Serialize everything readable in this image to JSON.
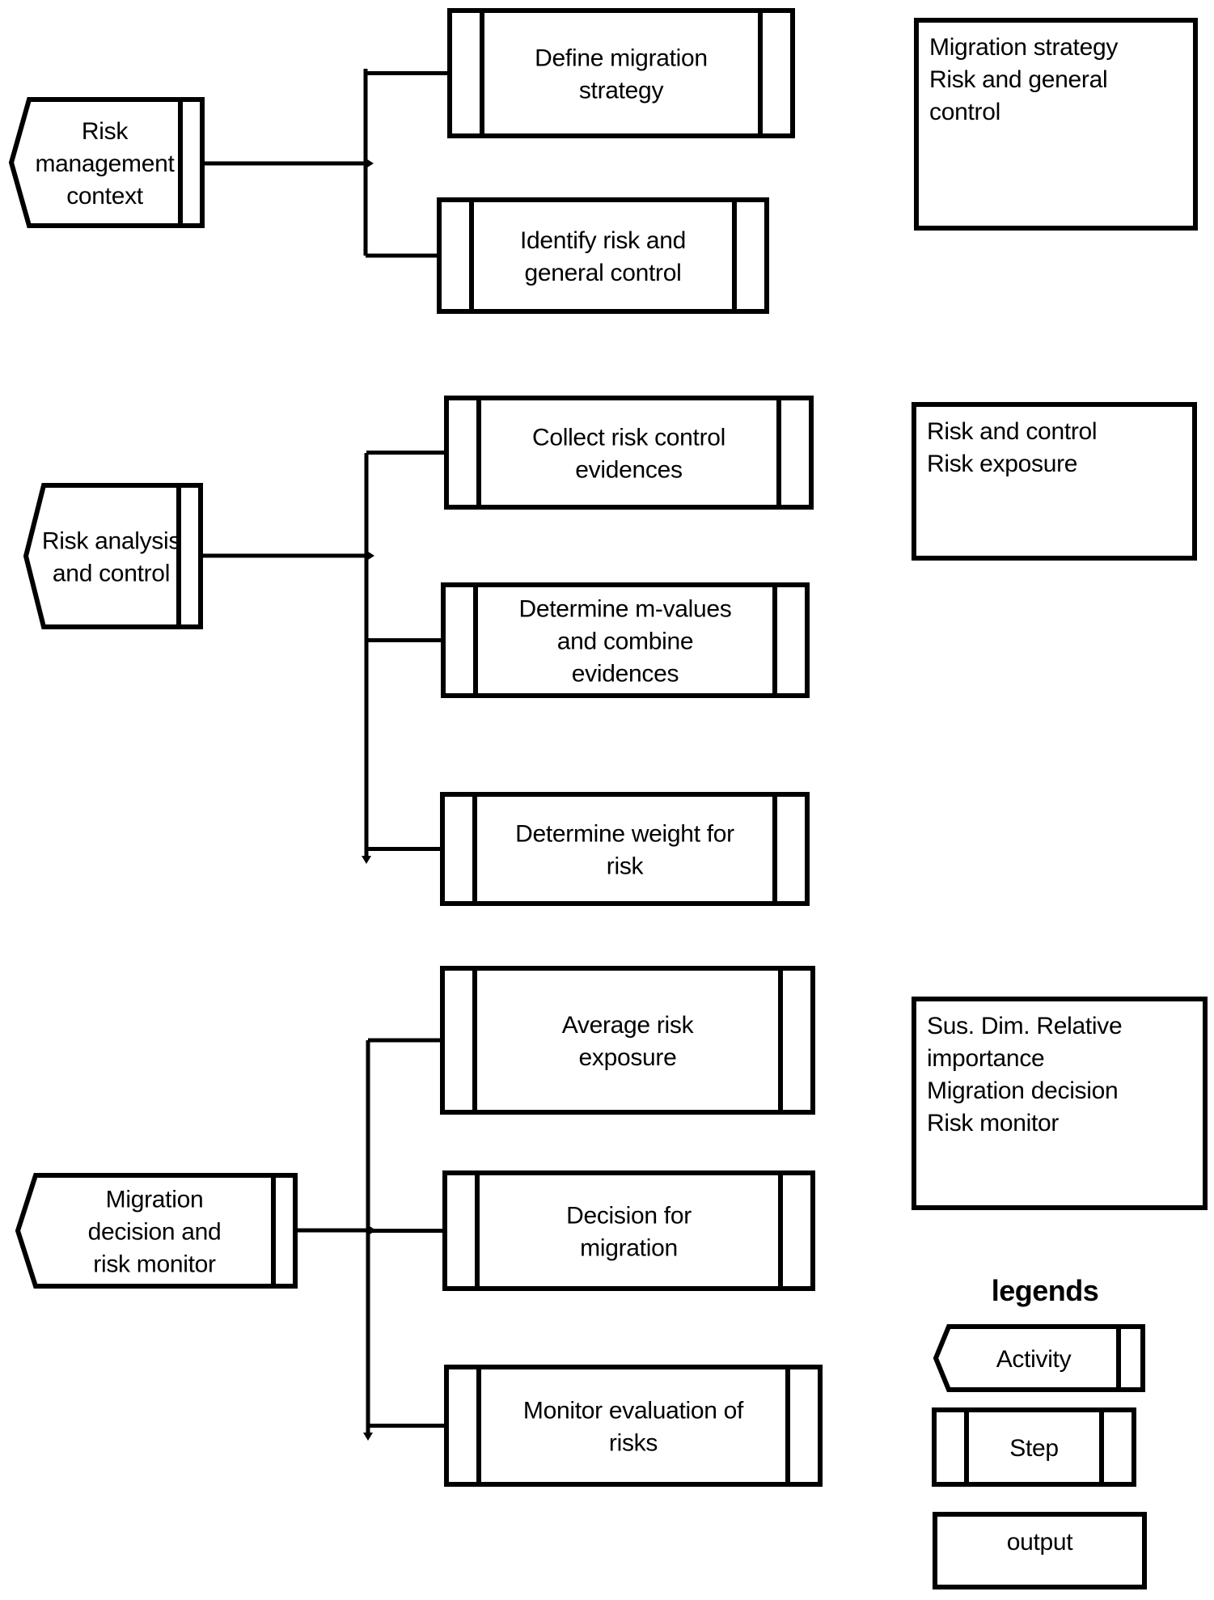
{
  "title": "Risk management process diagram",
  "colors": {
    "stroke": "#000000",
    "background": "#ffffff",
    "text": "#000000"
  },
  "groups": [
    {
      "activity": {
        "label_lines": [
          "Risk",
          "management",
          "context"
        ]
      },
      "steps": [
        {
          "label_lines": [
            "Define migration",
            "strategy"
          ]
        },
        {
          "label_lines": [
            "Identify risk and",
            "general control"
          ]
        }
      ],
      "output": {
        "label_lines": [
          "Migration strategy",
          "Risk and general",
          "control"
        ]
      }
    },
    {
      "activity": {
        "label_lines": [
          "Risk analysis",
          "and control"
        ]
      },
      "steps": [
        {
          "label_lines": [
            "Collect risk control",
            "evidences"
          ]
        },
        {
          "label_lines": [
            "Determine m-values",
            "and combine",
            "evidences"
          ]
        },
        {
          "label_lines": [
            "Determine weight for",
            "risk"
          ]
        }
      ],
      "output": {
        "label_lines": [
          "Risk and control",
          "Risk exposure"
        ]
      }
    },
    {
      "activity": {
        "label_lines": [
          "Migration",
          "decision and",
          "risk monitor"
        ]
      },
      "steps": [
        {
          "label_lines": [
            "Average risk",
            "exposure"
          ]
        },
        {
          "label_lines": [
            "Decision for",
            "migration"
          ]
        },
        {
          "label_lines": [
            "Monitor evaluation of",
            "risks"
          ]
        }
      ],
      "output": {
        "label_lines": [
          "Sus. Dim. Relative",
          "importance",
          "Migration decision",
          "Risk monitor"
        ]
      }
    }
  ],
  "legend": {
    "title": "legends",
    "items": [
      {
        "kind": "activity",
        "label": "Activity"
      },
      {
        "kind": "step",
        "label": "Step"
      },
      {
        "kind": "output",
        "label": "output"
      }
    ]
  }
}
